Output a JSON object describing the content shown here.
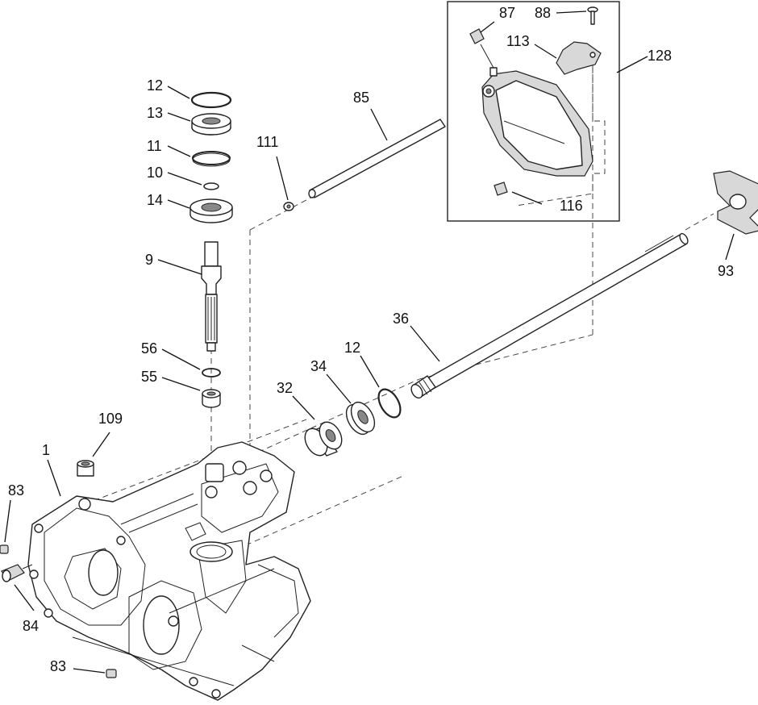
{
  "labels": {
    "l1": "1",
    "l9": "9",
    "l10": "10",
    "l11": "11",
    "l12a": "12",
    "l12b": "12",
    "l13": "13",
    "l14": "14",
    "l32": "32",
    "l34": "34",
    "l36": "36",
    "l55": "55",
    "l56": "56",
    "l83a": "83",
    "l83b": "83",
    "l84": "84",
    "l85": "85",
    "l87": "87",
    "l88": "88",
    "l93": "93",
    "l109": "109",
    "l111": "111",
    "l113": "113",
    "l116": "116",
    "l128": "128"
  }
}
